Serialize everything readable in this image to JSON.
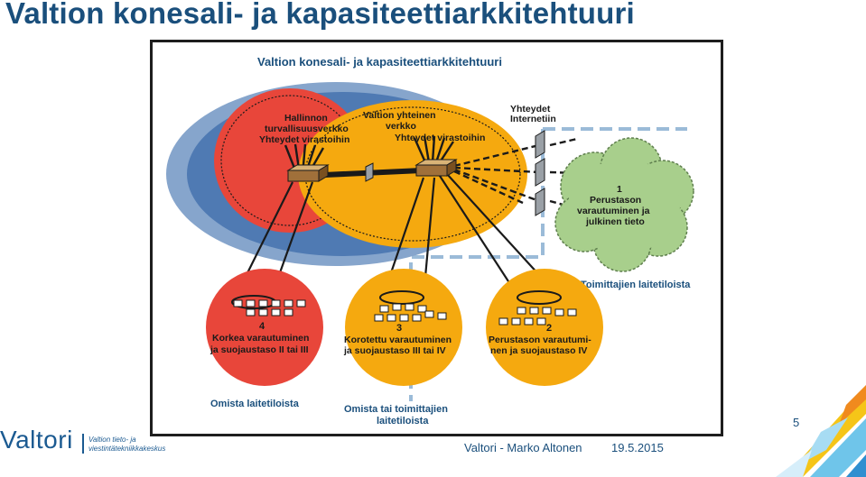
{
  "slide": {
    "title": "Valtion konesali- ja kapasiteettiarkkitehtuuri",
    "page_number": "5",
    "footer_author": "Valtori - Marko Altonen",
    "footer_date": "19.5.2015"
  },
  "logo": {
    "wordmark": "Valtori",
    "subtitle_line1": "Valtion tieto- ja",
    "subtitle_line2": "viestintätekniikkakeskus"
  },
  "diagram": {
    "title": "Valtion konesali- ja kapasiteettiarkkitehtuuri",
    "red_net": {
      "line1": "Hallinnon",
      "line2": "turvallisuusverkko",
      "line3": "Yhteydet virastoihin"
    },
    "yellow_net": {
      "line1": "Valtion yhteinen",
      "line2": "verkko",
      "line3": "Yhteydet virastoihin"
    },
    "internet": {
      "line1": "Yhteydet",
      "line2": "Internetiin"
    },
    "cloud": {
      "number": "1",
      "line1": "Perustason",
      "line2": "varautuminen ja",
      "line3": "julkinen tieto"
    },
    "supplier_label": "Toimittajien laitetiloista",
    "circle4": {
      "number": "4",
      "line1": "Korkea varautuminen",
      "line2": "ja suojaustaso II tai III"
    },
    "circle3": {
      "number": "3",
      "line1": "Korotettu varautuminen",
      "line2": "ja suojaustaso III tai IV"
    },
    "circle2": {
      "number": "2",
      "line1": "Perustason varautumi-",
      "line2": "nen ja suojaustaso IV"
    },
    "own_label": "Omista laitetiloista",
    "own_or_supplier": {
      "line1": "Omista tai toimittajien",
      "line2": "laitetiloista"
    },
    "colors": {
      "outer_blue": "#7f9fc9",
      "mid_blue": "#4f7ab3",
      "red": "#e8463a",
      "yellow": "#f5a90f",
      "cloud_green": "#a8cf8c",
      "dashed_blue": "#9bbbd8",
      "title_blue": "#1a4f7c"
    }
  }
}
